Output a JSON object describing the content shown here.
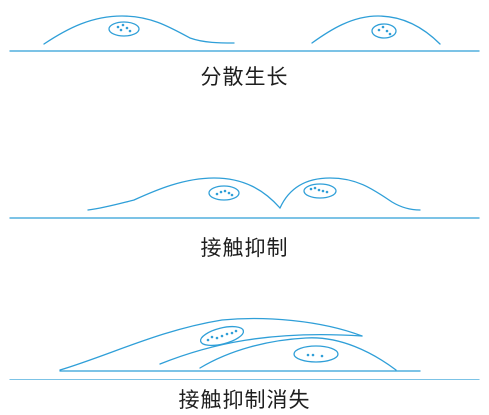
{
  "panels": [
    {
      "caption": "分散生长"
    },
    {
      "caption": "接触抑制"
    },
    {
      "caption": "接触抑制消失"
    }
  ],
  "colors": {
    "cell_outline": "#2f9fd8",
    "text": "#1e1e1e",
    "background": "#ffffff"
  }
}
